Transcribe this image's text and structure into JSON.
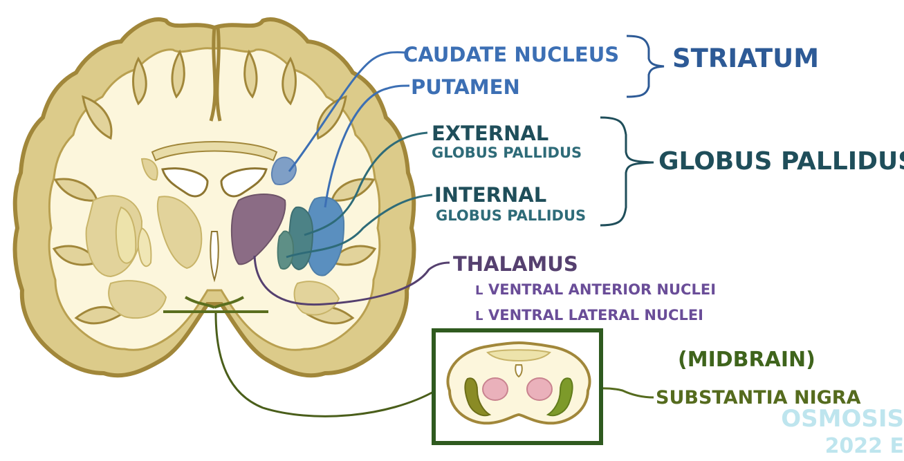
{
  "labels": {
    "caudate": "CAUDATE NUCLEUS",
    "putamen": "PUTAMEN",
    "striatum": "STRIATUM",
    "external": "EXTERNAL",
    "external_sub": "GLOBUS PALLIDUS",
    "internal": "INTERNAL",
    "internal_sub": "GLOBUS PALLIDUS",
    "globus": "GLOBUS PALLIDUS",
    "thalamus": "THALAMUS",
    "va": "VENTRAL ANTERIOR NUCLEI",
    "vl": "VENTRAL LATERAL NUCLEI",
    "midbrain": "(MIDBRAIN)",
    "substantia": "SUBSTANTIA NIGRA",
    "tick": "L"
  },
  "watermark": {
    "brand": "OSMOSIS",
    "year": "2022 E"
  },
  "colors": {
    "caudate": "#3c6fb4",
    "putamen": "#5b8fbd",
    "external": "#2e6b78",
    "internal": "#3e7d83",
    "bracket_striatum": "#2d5a96",
    "bracket_globus": "#1f4e5a",
    "thalamus": "#55406f",
    "nuclei": "#6a4d98",
    "substantia": "#556b1e",
    "midbrain_box": "#2f5a1f",
    "brain_fill": "#fbf3d4",
    "brain_outline": "#a1873a",
    "white_matter": "#fcf6dc",
    "grey_matter": "#e2d39b"
  }
}
